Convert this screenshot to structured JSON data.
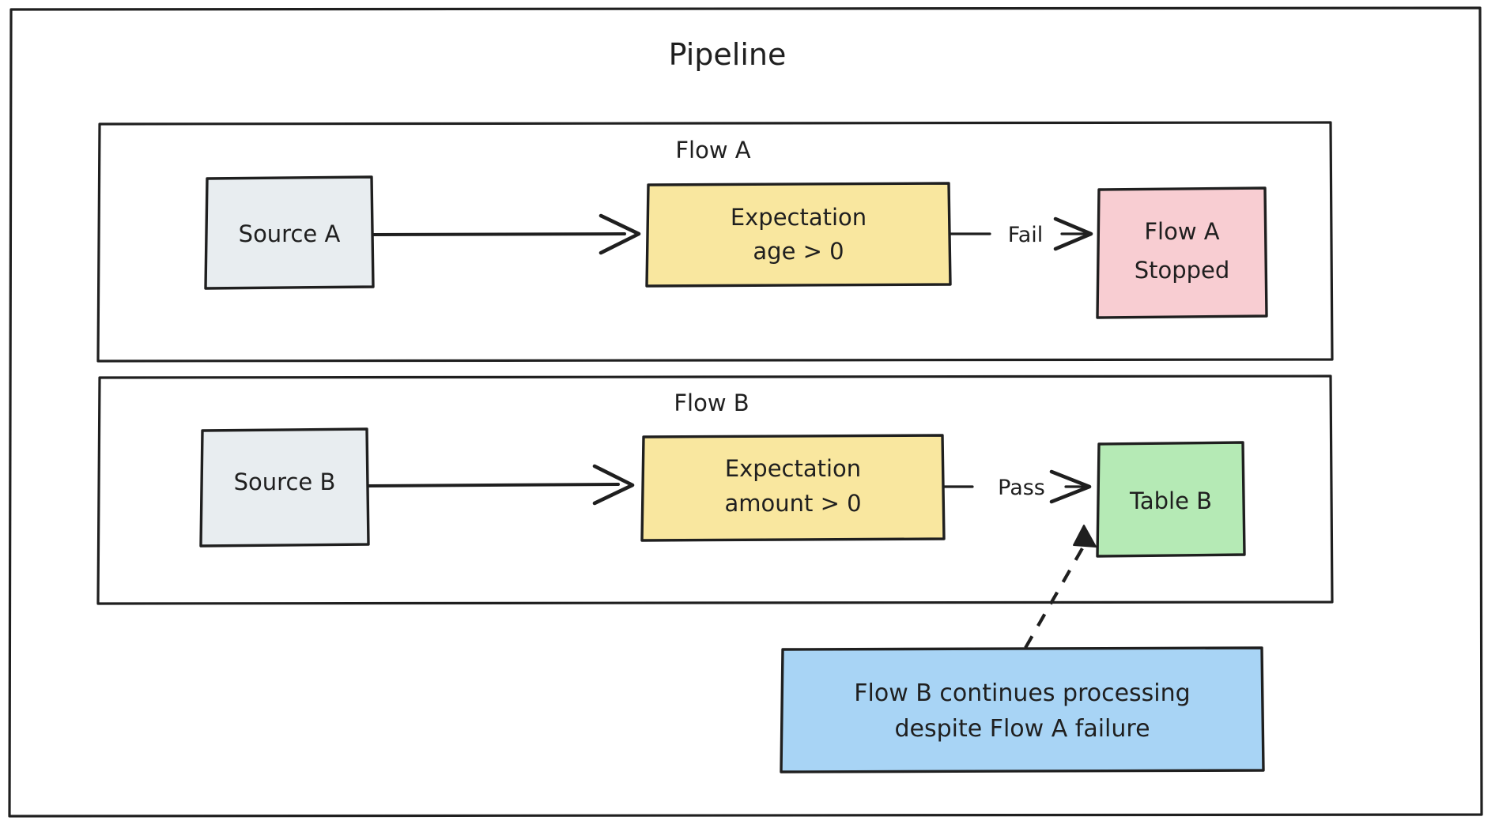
{
  "diagram": {
    "title": "Pipeline",
    "containers": [
      {
        "id": "flow-a",
        "label": "Flow A"
      },
      {
        "id": "flow-b",
        "label": "Flow B"
      }
    ],
    "nodes": [
      {
        "id": "source-a",
        "label": "Source A",
        "fill": "#e8edf0",
        "stroke": "#1f1f1f"
      },
      {
        "id": "expectation-a",
        "label_line1": "Expectation",
        "label_line2": "age > 0",
        "fill": "#f9e79f",
        "stroke": "#1f1f1f"
      },
      {
        "id": "flow-a-stopped",
        "label_line1": "Flow A",
        "label_line2": "Stopped",
        "fill": "#f8cdd2",
        "stroke": "#1f1f1f"
      },
      {
        "id": "source-b",
        "label": "Source B",
        "fill": "#e8edf0",
        "stroke": "#1f1f1f"
      },
      {
        "id": "expectation-b",
        "label_line1": "Expectation",
        "label_line2": "amount > 0",
        "fill": "#f9e79f",
        "stroke": "#1f1f1f"
      },
      {
        "id": "table-b",
        "label": "Table B",
        "fill": "#b5eab5",
        "stroke": "#1f1f1f"
      },
      {
        "id": "note",
        "label_line1": "Flow B continues processing",
        "label_line2": "despite Flow A failure",
        "fill": "#a8d4f5",
        "stroke": "#1f1f1f"
      }
    ],
    "edges": [
      {
        "id": "source-a-to-expectation-a",
        "label": ""
      },
      {
        "id": "expectation-a-to-stopped",
        "label": "Fail"
      },
      {
        "id": "source-b-to-expectation-b",
        "label": ""
      },
      {
        "id": "expectation-b-to-table-b",
        "label": "Pass"
      },
      {
        "id": "note-to-table-b",
        "label": "",
        "style": "dashed"
      }
    ]
  }
}
